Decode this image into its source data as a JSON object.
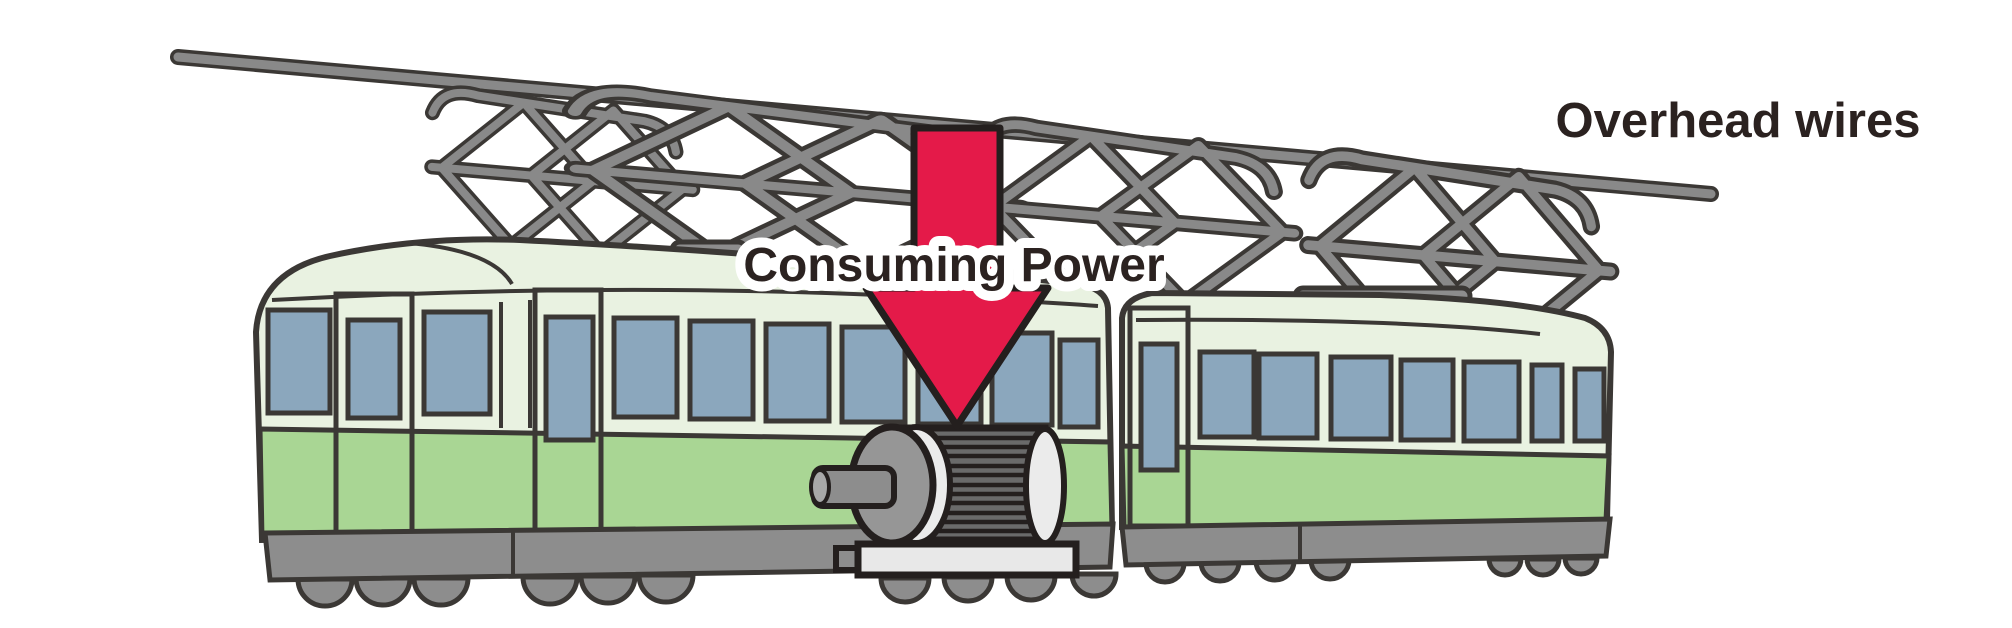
{
  "labels": {
    "overhead_wires": "Overhead wires",
    "consuming_power": "Consuming Power"
  },
  "icons": {
    "power_flow": "down-arrow"
  },
  "colors": {
    "white": "#ffffff",
    "outline": "#3b3835",
    "outline_dark": "#241f1e",
    "text_dark": "#2b2220",
    "body_light": "#e9f2e1",
    "band_green": "#a9d694",
    "window_blue": "#8ba7bd",
    "gray": "#8d8d8d",
    "wire_gray": "#898989",
    "arrow_red": "#e41a49",
    "motor_body": "#6a6a6a",
    "motor_cap": "#969696",
    "motor_ring": "#ebebeb",
    "base_light": "#e8e8e8"
  }
}
